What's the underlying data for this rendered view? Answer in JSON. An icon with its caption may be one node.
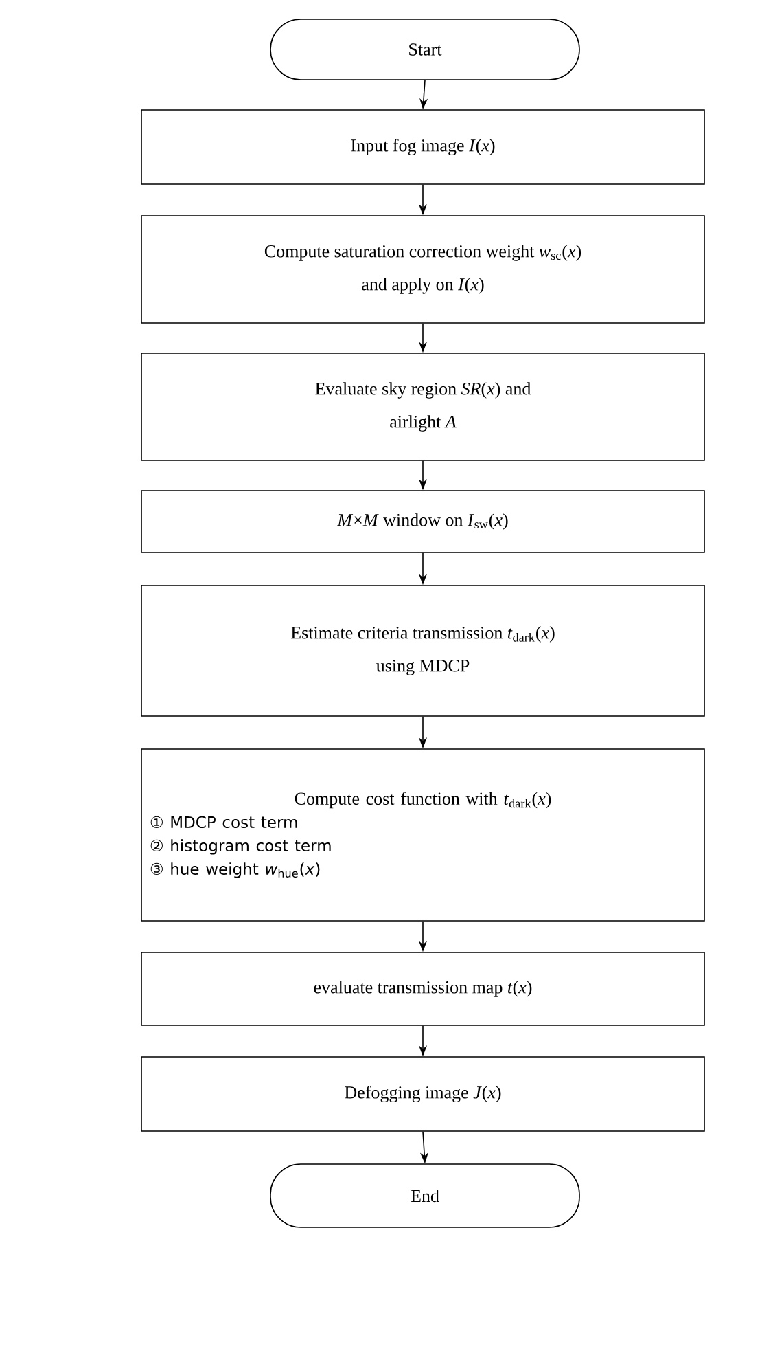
{
  "diagram": {
    "nodes": [
      {
        "text": [
          "Start"
        ]
      },
      {
        "text": [
          "Input fog image *I*(*x*)"
        ]
      },
      {
        "text": [
          "Compute saturation correction weight *w*$_{sc}$(*x*)",
          "and apply on *I*(*x*)"
        ]
      },
      {
        "text": [
          "Evaluate sky region *SR*(*x*) and",
          "airlight *A*"
        ]
      },
      {
        "text": [
          "*M*×*M* window on *I*$_{sw}$(*x*)"
        ]
      },
      {
        "text": [
          "Estimate criteria transmission *t*$_{dark}$(*x*)",
          "using MDCP"
        ]
      },
      {
        "text": [
          "Compute cost function with *t*$_{dark}$(*x*)",
          "① MDCP cost term",
          "② histogram cost term",
          "③ hue weight *w*$_{hue}$(*x*)"
        ]
      },
      {
        "text": [
          "evaluate transmission map *t*(*x*)"
        ]
      },
      {
        "text": [
          "Defogging image *J*(*x*)"
        ]
      },
      {
        "text": [
          "End"
        ]
      }
    ],
    "edges": [
      {
        "from": 0,
        "to": 1,
        "arrow": "to"
      },
      {
        "from": 1,
        "to": 2,
        "arrow": "to"
      },
      {
        "from": 2,
        "to": 3,
        "arrow": "to"
      },
      {
        "from": 3,
        "to": 4,
        "arrow": "to"
      },
      {
        "from": 4,
        "to": 5,
        "arrow": "to"
      },
      {
        "from": 5,
        "to": 6,
        "arrow": "to"
      },
      {
        "from": 6,
        "to": 7,
        "arrow": "to"
      },
      {
        "from": 7,
        "to": 8,
        "arrow": "to"
      },
      {
        "from": 8,
        "to": 9,
        "arrow": "to"
      }
    ]
  }
}
